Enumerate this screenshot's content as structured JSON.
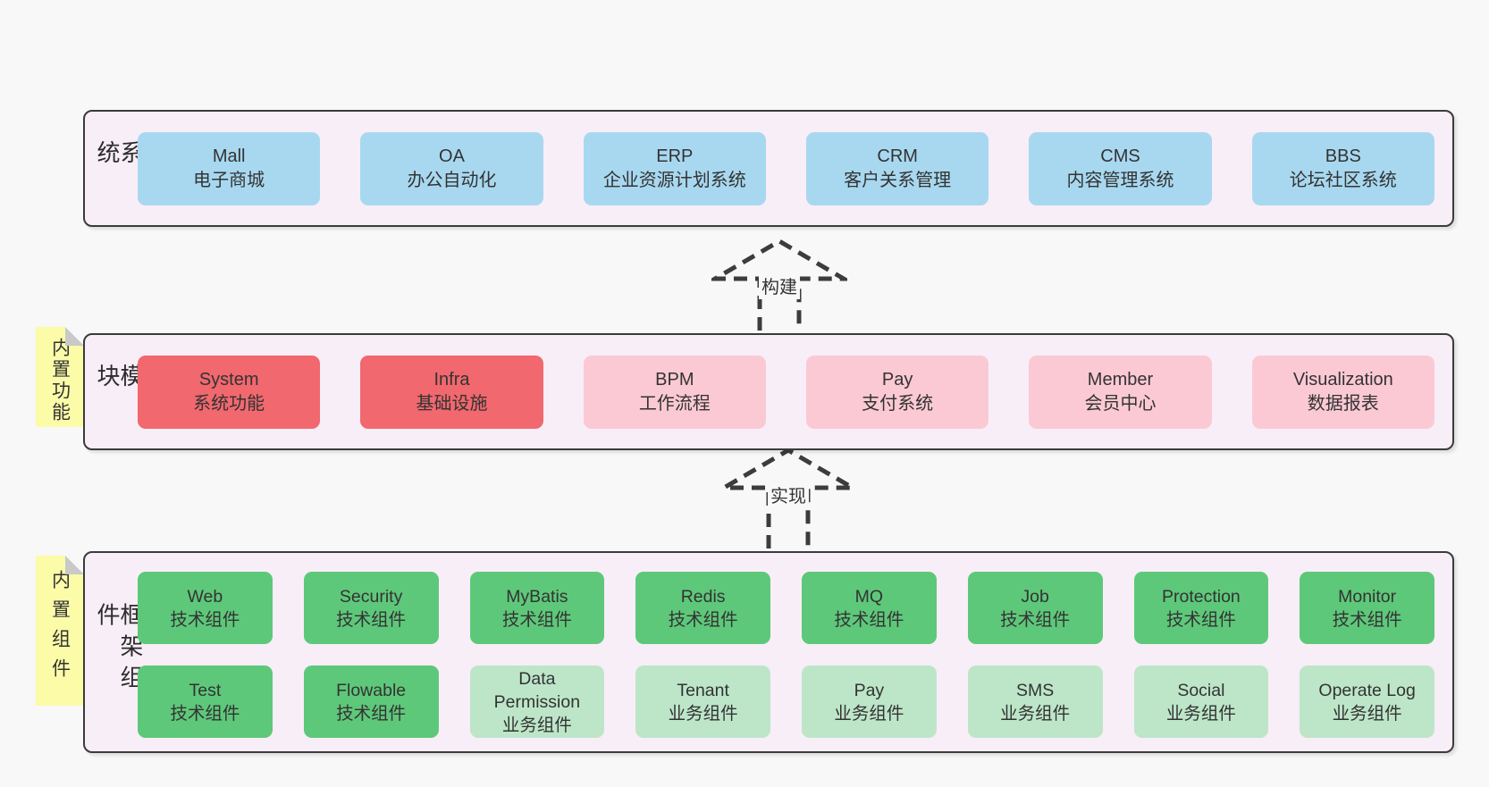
{
  "colors": {
    "page_bg": "#f8f8f8",
    "panel_bg": "#f8eef7",
    "panel_border": "#3b3b3b",
    "box_blue": "#a8d8f0",
    "box_red": "#f1686e",
    "box_pink": "#fbc9d4",
    "box_green": "#5ec87a",
    "box_green_light": "#bde6c9",
    "tab_yellow": "#fbfba8",
    "text": "#333333"
  },
  "arrows": [
    {
      "label": "构建"
    },
    {
      "label": "实现"
    }
  ],
  "sections": {
    "business": {
      "side_label": "业务系统",
      "boxes": [
        {
          "name": "Mall",
          "subtitle": "电子商城",
          "variant": "blue"
        },
        {
          "name": "OA",
          "subtitle": "办公自动化",
          "variant": "blue"
        },
        {
          "name": "ERP",
          "subtitle": "企业资源计划系统",
          "variant": "blue"
        },
        {
          "name": "CRM",
          "subtitle": "客户关系管理",
          "variant": "blue"
        },
        {
          "name": "CMS",
          "subtitle": "内容管理系统",
          "variant": "blue"
        },
        {
          "name": "BBS",
          "subtitle": "论坛社区系统",
          "variant": "blue"
        }
      ]
    },
    "common": {
      "side_label": "通用模块",
      "tab_label": "内置功能",
      "boxes": [
        {
          "name": "System",
          "subtitle": "系统功能",
          "variant": "red"
        },
        {
          "name": "Infra",
          "subtitle": "基础设施",
          "variant": "red"
        },
        {
          "name": "BPM",
          "subtitle": "工作流程",
          "variant": "pink"
        },
        {
          "name": "Pay",
          "subtitle": "支付系统",
          "variant": "pink"
        },
        {
          "name": "Member",
          "subtitle": "会员中心",
          "variant": "pink"
        },
        {
          "name": "Visualization",
          "subtitle": "数据报表",
          "variant": "pink"
        }
      ]
    },
    "framework": {
      "side_label": "框架组件",
      "tab_label": "内置组件",
      "rows": [
        [
          {
            "name": "Web",
            "subtitle": "技术组件",
            "variant": "green"
          },
          {
            "name": "Security",
            "subtitle": "技术组件",
            "variant": "green"
          },
          {
            "name": "MyBatis",
            "subtitle": "技术组件",
            "variant": "green"
          },
          {
            "name": "Redis",
            "subtitle": "技术组件",
            "variant": "green"
          },
          {
            "name": "MQ",
            "subtitle": "技术组件",
            "variant": "green"
          },
          {
            "name": "Job",
            "subtitle": "技术组件",
            "variant": "green"
          },
          {
            "name": "Protection",
            "subtitle": "技术组件",
            "variant": "green"
          },
          {
            "name": "Monitor",
            "subtitle": "技术组件",
            "variant": "green"
          }
        ],
        [
          {
            "name": "Test",
            "subtitle": "技术组件",
            "variant": "green"
          },
          {
            "name": "Flowable",
            "subtitle": "技术组件",
            "variant": "green"
          },
          {
            "name": "Data Permission",
            "subtitle": "业务组件",
            "variant": "green-light"
          },
          {
            "name": "Tenant",
            "subtitle": "业务组件",
            "variant": "green-light"
          },
          {
            "name": "Pay",
            "subtitle": "业务组件",
            "variant": "green-light"
          },
          {
            "name": "SMS",
            "subtitle": "业务组件",
            "variant": "green-light"
          },
          {
            "name": "Social",
            "subtitle": "业务组件",
            "variant": "green-light"
          },
          {
            "name": "Operate Log",
            "subtitle": "业务组件",
            "variant": "green-light"
          }
        ]
      ]
    }
  }
}
